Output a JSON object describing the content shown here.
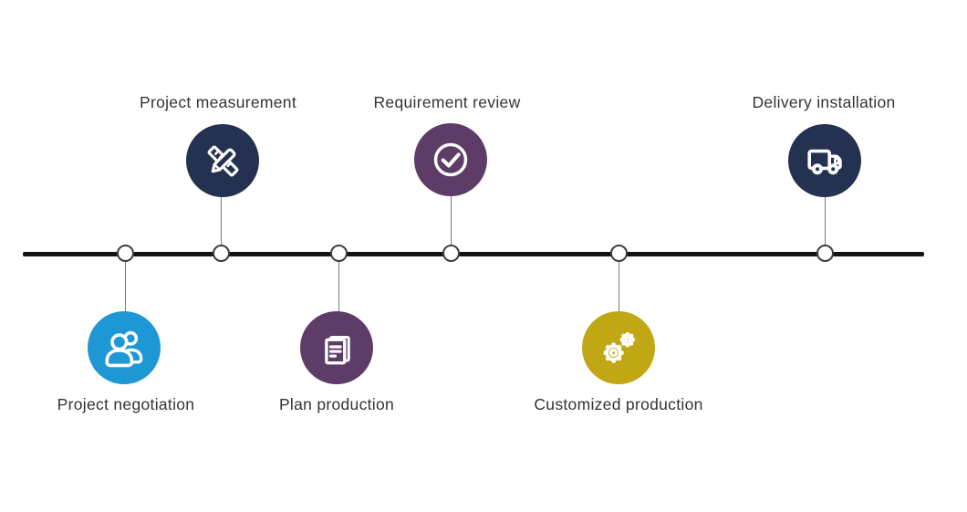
{
  "diagram": {
    "type": "process-timeline",
    "background": "#ffffff",
    "timeline_color": "#141414",
    "node_fill": "#ffffff",
    "node_border": "#3d3d3d",
    "connector_color": "#7a7a7a",
    "label_color": "#333333",
    "icon_stroke": "#ffffff"
  },
  "steps": [
    {
      "label": "Project negotiation",
      "position": "below",
      "color": "#1e98d5",
      "icon": "people-icon"
    },
    {
      "label": "Project measurement",
      "position": "above",
      "color": "#243150",
      "icon": "ruler-pencil-icon"
    },
    {
      "label": "Plan production",
      "position": "below",
      "color": "#5d3c68",
      "icon": "document-icon"
    },
    {
      "label": "Requirement review",
      "position": "above",
      "color": "#5d3c68",
      "icon": "check-circle-icon"
    },
    {
      "label": "Customized production",
      "position": "below",
      "color": "#c0a713",
      "icon": "gears-icon"
    },
    {
      "label": "Delivery installation",
      "position": "above",
      "color": "#243150",
      "icon": "truck-icon"
    }
  ]
}
